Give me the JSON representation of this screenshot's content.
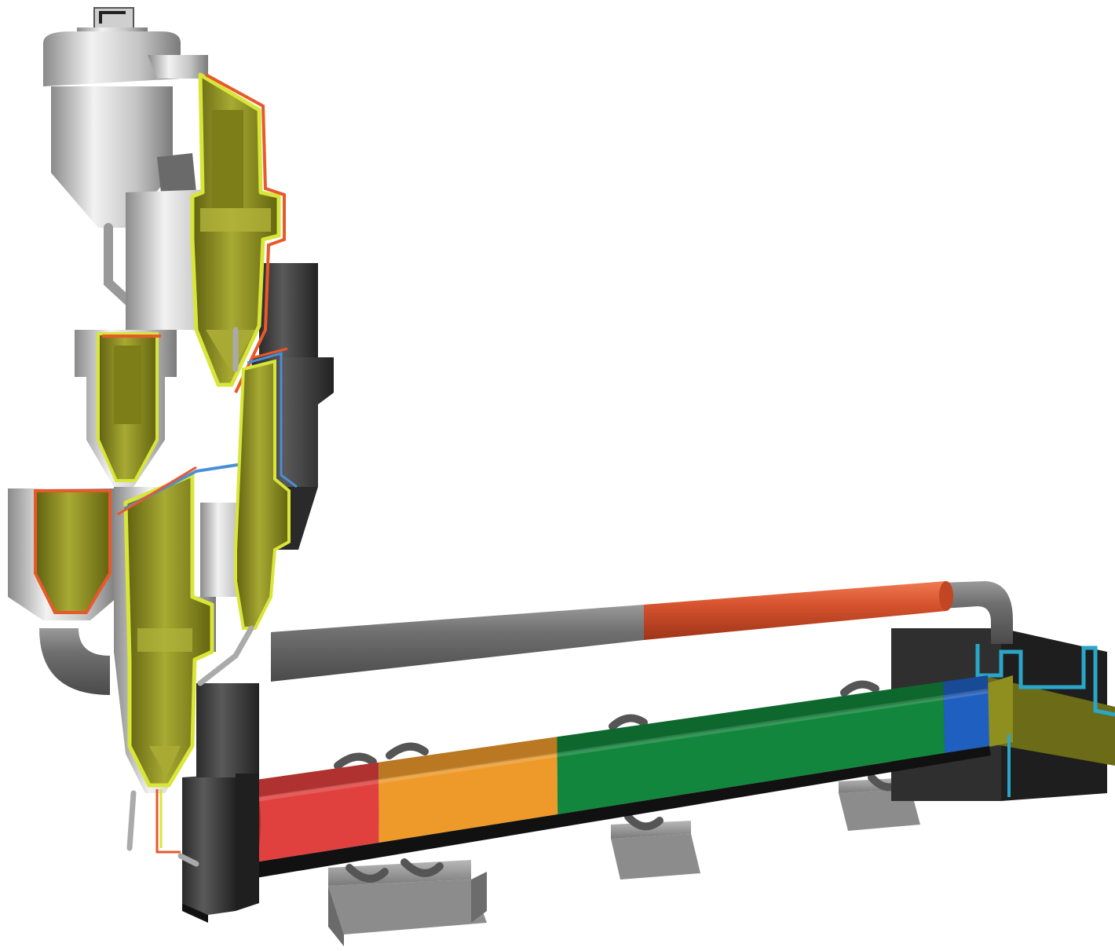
{
  "diagram": {
    "subject": "cement-kiln-preheater-tower",
    "labels": []
  },
  "colors": {
    "background": "#ffffff",
    "steel_light": "#e6e6e6",
    "steel_mid": "#b8b8b8",
    "steel_dark": "#7f7f7f",
    "charcoal": "#3d3d3d",
    "charcoal_dark": "#262626",
    "olive": "#8e8f1f",
    "olive_light": "#b6b83a",
    "olive_dark": "#5f6010",
    "outline_orange": "#e8582a",
    "outline_lime": "#d8e63a",
    "outline_blue": "#4a8fd6",
    "outline_cyan": "#2aa6c8",
    "kiln_red": "#e0413e",
    "kiln_orange": "#ee9a2b",
    "kiln_green": "#12863c",
    "kiln_blue": "#1f5fc0",
    "tertiary_pipe_grey": "#6e6e6e",
    "tertiary_pipe_red": "#d6532e",
    "pier_grey": "#9a9a9a"
  },
  "kiln_zones": [
    {
      "zone": "zone-1",
      "color": "#e0413e",
      "share": 0.18
    },
    {
      "zone": "zone-2",
      "color": "#ee9a2b",
      "share": 0.24
    },
    {
      "zone": "zone-3",
      "color": "#12863c",
      "share": 0.52
    },
    {
      "zone": "zone-4",
      "color": "#1f5fc0",
      "share": 0.06
    }
  ]
}
